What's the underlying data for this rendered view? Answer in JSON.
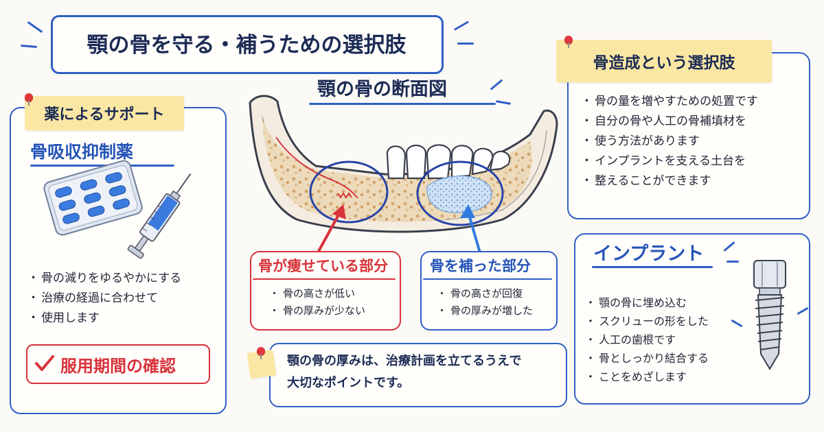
{
  "title": "顎の骨を守る・補うための選択肢",
  "left": {
    "sticky_label": "薬によるサポート",
    "heading": "骨吸収抑制薬",
    "bullets": [
      "骨の減りをゆるやかにする",
      "治療の経過に合わせて",
      "使用します"
    ],
    "check_label": "服用期間の確認"
  },
  "center": {
    "heading": "顎の骨の断面図",
    "thin_box": {
      "title": "骨が痩せている部分",
      "bullets": [
        "骨の高さが低い",
        "骨の厚みが少ない"
      ]
    },
    "filled_box": {
      "title": "骨を補った部分",
      "bullets": [
        "骨の高さが回復",
        "骨の厚みが増した"
      ]
    },
    "note": {
      "line1": "顎の骨の厚みは、治療計画を立てるうえで",
      "line2": "大切なポイントです。"
    }
  },
  "right_top": {
    "sticky_label": "骨造成という選択肢",
    "bullets": [
      "骨の量を増やすための処置です",
      "自分の骨や人工の骨補填材を",
      "使う方法があります",
      "インプラントを支える土台を",
      "整えることができます"
    ]
  },
  "right_bottom": {
    "heading": "インプラント",
    "bullets": [
      "顎の骨に埋め込む",
      "スクリューの形をした",
      "人工の歯根です",
      "骨としっかり結合する",
      "ことをめざします"
    ]
  },
  "colors": {
    "accent_blue": "#2f5fc4",
    "accent_red": "#d8323a",
    "sticky": "#fbe7a4",
    "bone": "#ecd9b8"
  }
}
